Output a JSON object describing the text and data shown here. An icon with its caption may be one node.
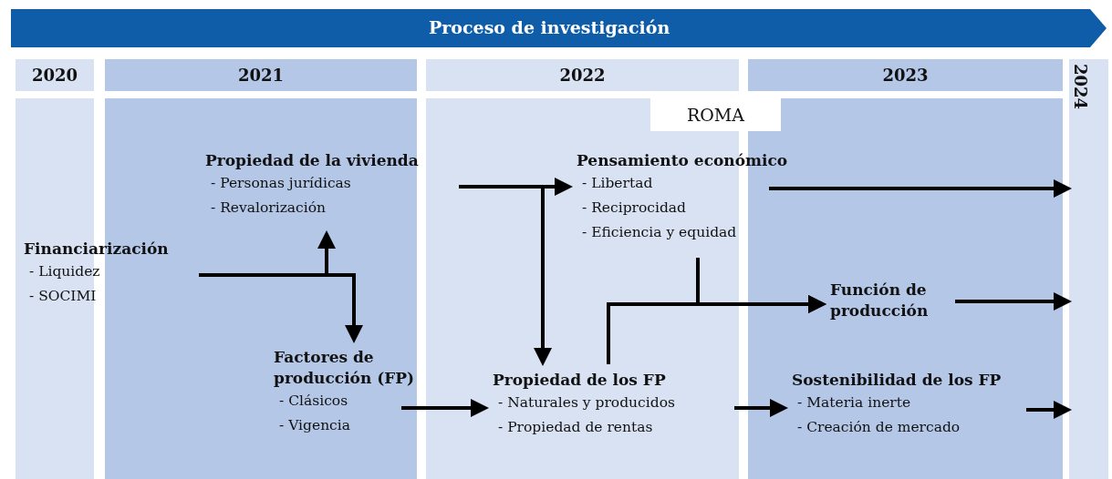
{
  "diagram": {
    "title": "Proceso de investigación",
    "nodes": [
      {
        "text": [
          "Financiarización",
          "- Liquidez",
          "- SOCIMI"
        ]
      },
      {
        "text": [
          "Propiedad de la vivienda",
          "- Personas jurídicas",
          "- Revalorización"
        ]
      },
      {
        "text": [
          "Factores de producción (FP)",
          "- Clásicos",
          "- Vigencia"
        ]
      },
      {
        "text": [
          "Pensamiento económico",
          "- Libertad",
          "- Reciprocidad",
          "- Eficiencia y equidad"
        ]
      },
      {
        "text": [
          "Propiedad de los FP",
          "- Naturales y producidos",
          "- Propiedad de rentas"
        ]
      },
      {
        "text": [
          "Función de producción"
        ]
      },
      {
        "text": [
          "Sostenibilidad de los FP",
          "- Materia inerte",
          "- Creación de mercado"
        ]
      },
      {
        "text": [
          "2024"
        ]
      }
    ],
    "edges": [
      {
        "from": 0,
        "to": 1,
        "arrow": "to"
      },
      {
        "from": 0,
        "to": 2,
        "arrow": "to"
      },
      {
        "from": 1,
        "to": 3,
        "arrow": "to"
      },
      {
        "from": 1,
        "to": 4,
        "arrow": "to"
      },
      {
        "from": 2,
        "to": 4,
        "arrow": "to"
      },
      {
        "from": 4,
        "to": 5,
        "arrow": "to"
      },
      {
        "from": 3,
        "to": 5,
        "arrow": "to"
      },
      {
        "from": 4,
        "to": 6,
        "arrow": "to"
      },
      {
        "from": 3,
        "to": 7,
        "arrow": "to"
      },
      {
        "from": 5,
        "to": 7,
        "arrow": "to"
      },
      {
        "from": 6,
        "to": 7,
        "arrow": "to"
      }
    ],
    "labels": [
      "2020",
      "2021",
      "2022",
      "2023",
      "ROMA"
    ]
  }
}
